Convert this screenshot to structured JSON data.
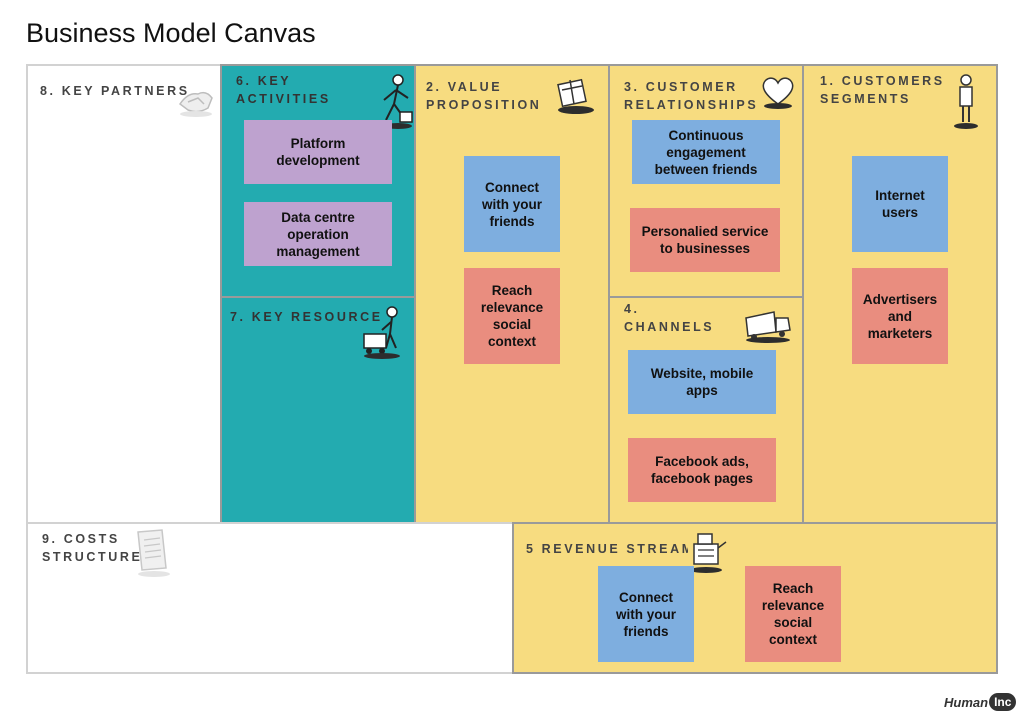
{
  "title": "Business Model Canvas",
  "sections": {
    "key_partners": {
      "heading": "8. KEY PARTNERS"
    },
    "key_activities": {
      "heading": "6. KEY ACTIVITIES",
      "notes": [
        "Platform development",
        "Data centre operation management"
      ]
    },
    "key_resources": {
      "heading": "7. KEY RESOURCES"
    },
    "value_proposition": {
      "heading": "2. VALUE PROPOSITION",
      "notes": [
        "Connect with your friends",
        "Reach relevance social context"
      ]
    },
    "customer_relationships": {
      "heading": "3. CUSTOMER RELATIONSHIPS",
      "notes": [
        "Continuous engagement between friends",
        "Personalied service to businesses"
      ]
    },
    "channels": {
      "heading": "4. CHANNELS",
      "notes": [
        "Website, mobile apps",
        "Facebook ads, facebook pages"
      ]
    },
    "customer_segments": {
      "heading": "1. CUSTOMERS SEGMENTS",
      "notes": [
        "Internet users",
        "Advertisers and marketers"
      ]
    },
    "costs_structure": {
      "heading": "9. COSTS STRUCTURE"
    },
    "revenue_streams": {
      "heading": "5 REVENUE STREAMS",
      "notes": [
        "Connect with your friends",
        "Reach relevance social context"
      ]
    }
  },
  "colors": {
    "yellow": "#f7dc80",
    "teal": "#23abb0",
    "purple": "#bea2cf",
    "blue": "#7eaedf",
    "red": "#e98d7f"
  },
  "logo": {
    "text": "Human",
    "badge": "Inc"
  }
}
